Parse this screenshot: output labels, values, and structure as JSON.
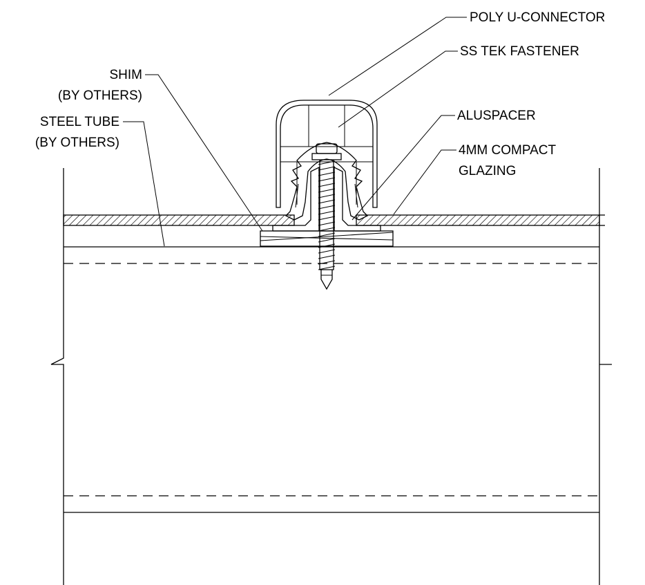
{
  "labels": {
    "poly_u_connector": "POLY U-CONNECTOR",
    "ss_tek_fastener": "SS TEK FASTENER",
    "shim_line1": "SHIM",
    "shim_line2": "(BY OTHERS)",
    "steel_tube_line1": "STEEL TUBE",
    "steel_tube_line2": "(BY OTHERS)",
    "aluspacer": "ALUSPACER",
    "glazing_line1": "4MM COMPACT",
    "glazing_line2": "GLAZING"
  }
}
